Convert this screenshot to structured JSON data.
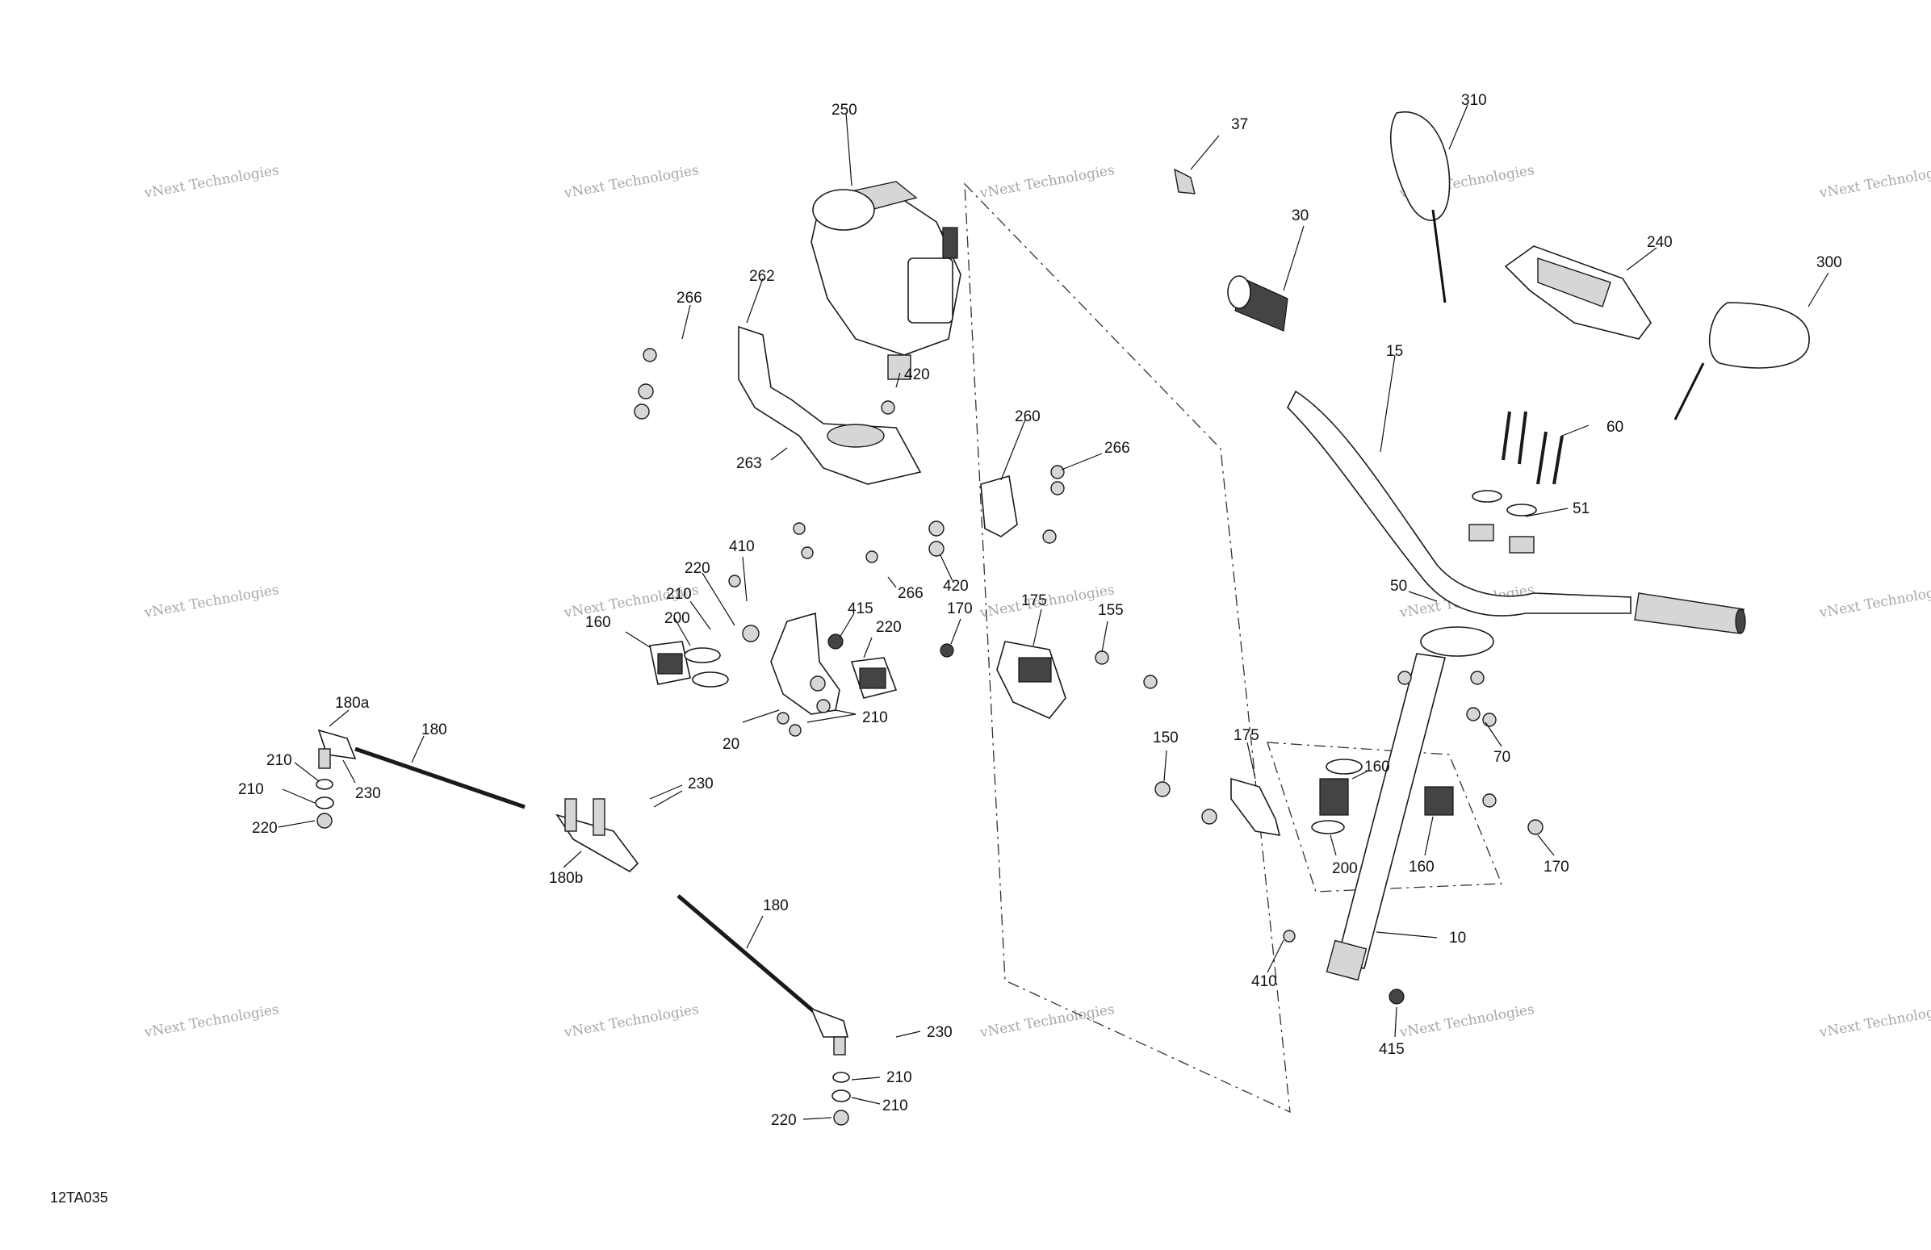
{
  "diagram": {
    "code": "12TA035",
    "watermark": {
      "line1": "vNext Technologies",
      "line2": "vNext\nTechnologies"
    },
    "callouts": [
      {
        "id": "c250",
        "text": "250"
      },
      {
        "id": "c262",
        "text": "262"
      },
      {
        "id": "c266a",
        "text": "266"
      },
      {
        "id": "c420a",
        "text": "420"
      },
      {
        "id": "c263",
        "text": "263"
      },
      {
        "id": "c260",
        "text": "260"
      },
      {
        "id": "c266b",
        "text": "266"
      },
      {
        "id": "c420b",
        "text": "420"
      },
      {
        "id": "c266c",
        "text": "266"
      },
      {
        "id": "c410a",
        "text": "410"
      },
      {
        "id": "c220a",
        "text": "220"
      },
      {
        "id": "c210a",
        "text": "210"
      },
      {
        "id": "c200a",
        "text": "200"
      },
      {
        "id": "c160a",
        "text": "160"
      },
      {
        "id": "c415a",
        "text": "415"
      },
      {
        "id": "c220b",
        "text": "220"
      },
      {
        "id": "c210b",
        "text": "210"
      },
      {
        "id": "c20",
        "text": "20"
      },
      {
        "id": "c170a",
        "text": "170"
      },
      {
        "id": "c175a",
        "text": "175"
      },
      {
        "id": "c155",
        "text": "155"
      },
      {
        "id": "c180a",
        "text": "180a"
      },
      {
        "id": "c180x",
        "text": "180"
      },
      {
        "id": "c210c",
        "text": "210"
      },
      {
        "id": "c210d",
        "text": "210"
      },
      {
        "id": "c230a",
        "text": "230"
      },
      {
        "id": "c220c",
        "text": "220"
      },
      {
        "id": "c230b",
        "text": "230"
      },
      {
        "id": "c180b",
        "text": "180b"
      },
      {
        "id": "c180y",
        "text": "180"
      },
      {
        "id": "c230c",
        "text": "230"
      },
      {
        "id": "c210e",
        "text": "210"
      },
      {
        "id": "c210f",
        "text": "210"
      },
      {
        "id": "c220d",
        "text": "220"
      },
      {
        "id": "c37",
        "text": "37"
      },
      {
        "id": "c310",
        "text": "310"
      },
      {
        "id": "c30",
        "text": "30"
      },
      {
        "id": "c240",
        "text": "240"
      },
      {
        "id": "c300",
        "text": "300"
      },
      {
        "id": "c15",
        "text": "15"
      },
      {
        "id": "c60",
        "text": "60"
      },
      {
        "id": "c51",
        "text": "51"
      },
      {
        "id": "c50",
        "text": "50"
      },
      {
        "id": "c70",
        "text": "70"
      },
      {
        "id": "c150",
        "text": "150"
      },
      {
        "id": "c175b",
        "text": "175"
      },
      {
        "id": "c160b",
        "text": "160"
      },
      {
        "id": "c200b",
        "text": "200"
      },
      {
        "id": "c160c",
        "text": "160"
      },
      {
        "id": "c170b",
        "text": "170"
      },
      {
        "id": "c10",
        "text": "10"
      },
      {
        "id": "c410b",
        "text": "410"
      },
      {
        "id": "c415b",
        "text": "415"
      }
    ]
  }
}
